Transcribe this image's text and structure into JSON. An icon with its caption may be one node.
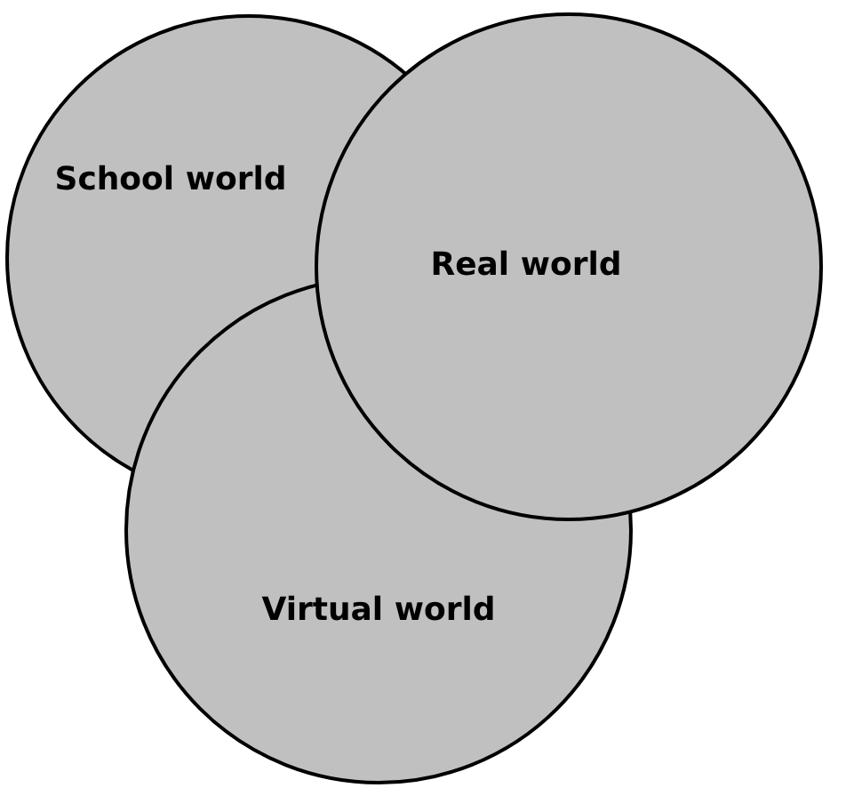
{
  "diagram": {
    "nodes": [
      {
        "text": [
          "School world"
        ]
      },
      {
        "text": [
          "Real world"
        ]
      },
      {
        "text": [
          "Virtual world"
        ]
      }
    ]
  }
}
